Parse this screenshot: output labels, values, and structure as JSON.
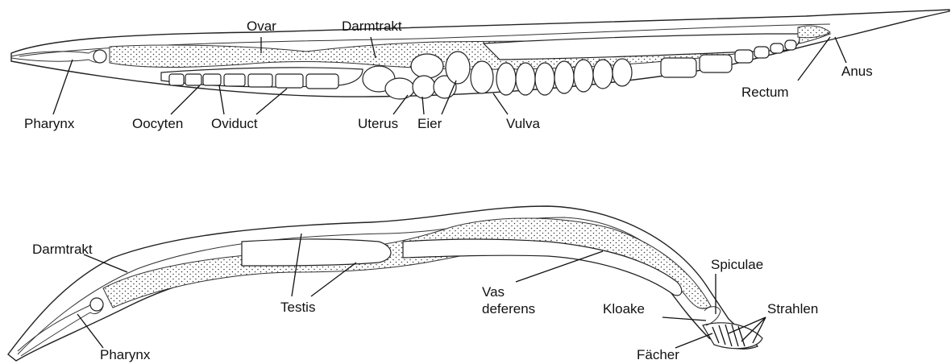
{
  "female": {
    "labels": {
      "ovar": "Ovar",
      "darmtrakt": "Darmtrakt",
      "pharynx": "Pharynx",
      "oocyten": "Oocyten",
      "oviduct": "Oviduct",
      "uterus": "Uterus",
      "eier": "Eier",
      "vulva": "Vulva",
      "rectum": "Rectum",
      "anus": "Anus"
    }
  },
  "male": {
    "labels": {
      "darmtrakt": "Darmtrakt",
      "pharynx": "Pharynx",
      "testis": "Testis",
      "vas_deferens_line1": "Vas",
      "vas_deferens_line2": "deferens",
      "spiculae": "Spiculae",
      "kloake": "Kloake",
      "strahlen": "Strahlen",
      "facher": "Fächer"
    }
  }
}
